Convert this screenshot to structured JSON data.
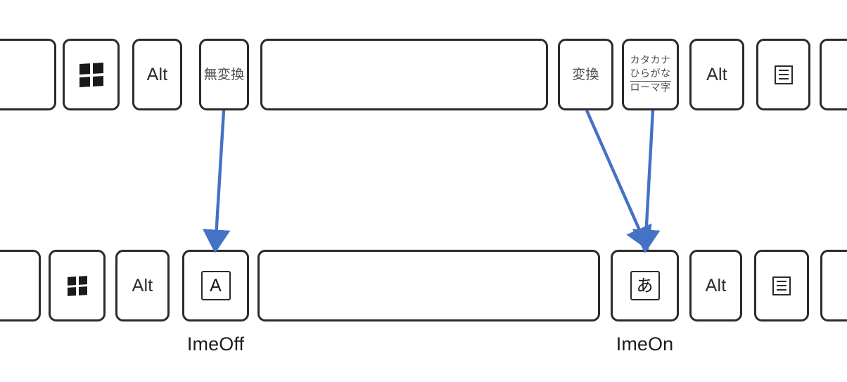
{
  "theme": {
    "background": "#ffffff",
    "key_border": "#2b2b2b",
    "key_face": "#ffffff",
    "legend_color": "#4a4a4a",
    "arrow_color": "#4472c4",
    "caption_color": "#1c1c1c"
  },
  "diagram": {
    "title": "",
    "rows": [
      {
        "row_name": "japanese-keyboard-bottom-row",
        "keys": [
          {
            "id": "left-partial",
            "label": "",
            "icon": "",
            "kind": "partial-right"
          },
          {
            "id": "windows",
            "label": "",
            "icon": "windows-logo-icon",
            "kind": "icon"
          },
          {
            "id": "left-alt",
            "label": "Alt",
            "icon": "",
            "kind": "text"
          },
          {
            "id": "muhenkan",
            "label": "無変換",
            "icon": "",
            "kind": "jp-text"
          },
          {
            "id": "space",
            "label": "",
            "icon": "",
            "kind": "blank"
          },
          {
            "id": "henkan",
            "label": "変換",
            "icon": "",
            "kind": "jp-text"
          },
          {
            "id": "kana",
            "label": "カタカナ ひらがな ローマ字",
            "icon": "",
            "kind": "jp-stack",
            "lines": [
              "カタカナ",
              "ひらがな",
              "ローマ字"
            ],
            "underline_after_line": 2
          },
          {
            "id": "right-alt",
            "label": "Alt",
            "icon": "",
            "kind": "text"
          },
          {
            "id": "menu",
            "label": "",
            "icon": "context-menu-icon",
            "kind": "icon"
          },
          {
            "id": "right-partial",
            "label": "",
            "icon": "",
            "kind": "partial-left"
          }
        ]
      },
      {
        "row_name": "ime-keyboard-bottom-row",
        "keys": [
          {
            "id": "left-partial-2",
            "label": "",
            "icon": "",
            "kind": "partial-right"
          },
          {
            "id": "windows-2",
            "label": "",
            "icon": "windows-logo-icon",
            "kind": "icon"
          },
          {
            "id": "left-alt-2",
            "label": "Alt",
            "icon": "",
            "kind": "text"
          },
          {
            "id": "ime-off",
            "label": "A",
            "icon": "",
            "kind": "boxed-glyph"
          },
          {
            "id": "space-2",
            "label": "",
            "icon": "",
            "kind": "blank"
          },
          {
            "id": "ime-on",
            "label": "あ",
            "icon": "",
            "kind": "boxed-glyph-jp"
          },
          {
            "id": "right-alt-2",
            "label": "Alt",
            "icon": "",
            "kind": "text"
          },
          {
            "id": "menu-2",
            "label": "",
            "icon": "context-menu-icon",
            "kind": "icon"
          },
          {
            "id": "right-partial-2",
            "label": "",
            "icon": "",
            "kind": "partial-left"
          }
        ]
      }
    ],
    "captions": [
      {
        "id": "ime-off-caption",
        "text": "ImeOff"
      },
      {
        "id": "ime-on-caption",
        "text": "ImeOn"
      }
    ],
    "arrows": [
      {
        "id": "muhenkan-to-imeoff",
        "from": "無変換",
        "to": "A"
      },
      {
        "id": "henkan-to-imeon",
        "from": "変換",
        "to": "あ"
      },
      {
        "id": "kana-to-imeon",
        "from": "カタカナひらがなローマ字",
        "to": "あ"
      }
    ]
  }
}
